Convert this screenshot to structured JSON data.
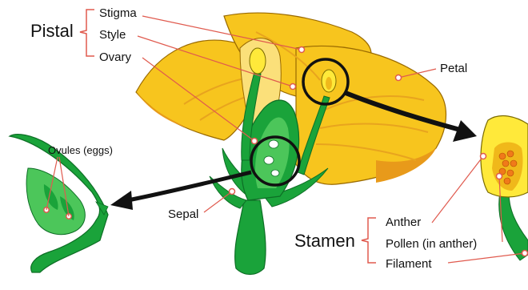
{
  "labels": {
    "pistal": "Pistal",
    "stigma": "Stigma",
    "style": "Style",
    "ovary": "Ovary",
    "petal": "Petal",
    "ovules": "Ovules (eggs)",
    "sepal": "Sepal",
    "stamen": "Stamen",
    "anther": "Anther",
    "pollen": "Pollen (in anther)",
    "filament": "Filament"
  },
  "colors": {
    "petal_yellow": "#f7c51e",
    "petal_shade": "#e89a1a",
    "green": "#1aa33a",
    "green_dark": "#0d6e25",
    "green_light": "#4cc65a",
    "leader_red": "#e05a4e",
    "pollen_orange": "#f07a1a",
    "anther_yellow": "#ffe93a"
  }
}
